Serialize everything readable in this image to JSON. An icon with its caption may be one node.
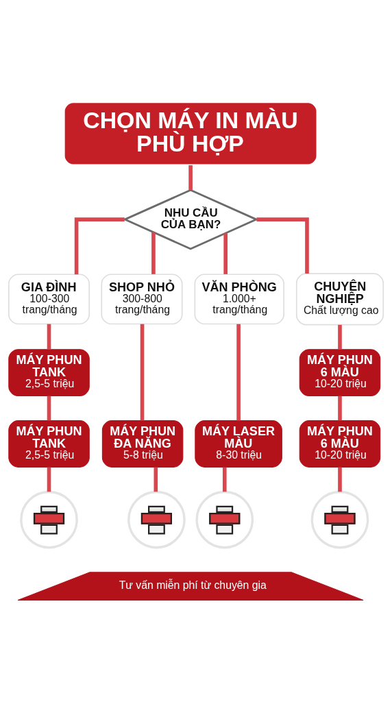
{
  "diagram": {
    "nodes": [
      {
        "text": [
          "CHỌN MÁY IN MÀU PHÙ HỢP"
        ]
      },
      {
        "text": [
          "NHU CẦU CỦA BẠN?"
        ]
      },
      {
        "text": [
          "GIA ĐÌNH",
          "100-300 trang/tháng"
        ]
      },
      {
        "text": [
          "SHOP NHỎ",
          "300-800 trang/tháng"
        ]
      },
      {
        "text": [
          "VĂN PHÒNG",
          "1.000+ trang/tháng"
        ]
      },
      {
        "text": [
          "CHUYÊN NGHIỆP",
          "Chất lượng cao"
        ]
      },
      {
        "text": [
          "MÁY PHUN TANK",
          "2,5-5 triệu"
        ]
      },
      {
        "text": [
          "MÁY PHUN 6 MÀU",
          "10-20 triệu"
        ]
      },
      {
        "text": [
          "MÁY PHUN TANK",
          "2,5-5 triệu"
        ]
      },
      {
        "text": [
          "MÁY PHUN ĐA NĂNG",
          "5-8 triệu"
        ]
      },
      {
        "text": [
          "MÁY LASER MÀU",
          "8-30 triệu"
        ]
      },
      {
        "text": [
          "MÁY PHUN 6 MÀU",
          "10-20 triệu"
        ]
      },
      {
        "text": [],
        "shape": "circle"
      },
      {
        "text": [],
        "shape": "circle"
      },
      {
        "text": [],
        "shape": "circle"
      },
      {
        "text": [],
        "shape": "circle"
      },
      {
        "text": [
          "Tư vấn miễn phí từ chuyên gia"
        ]
      }
    ],
    "edges": [
      {
        "from": 0,
        "to": 1,
        "arrow": "none"
      },
      {
        "from": 1,
        "to": 2,
        "arrow": "none"
      },
      {
        "from": 1,
        "to": 3,
        "arrow": "none"
      },
      {
        "from": 1,
        "to": 4,
        "arrow": "none"
      },
      {
        "from": 1,
        "to": 5,
        "arrow": "none"
      },
      {
        "from": 2,
        "to": 6,
        "arrow": "none"
      },
      {
        "from": 6,
        "to": 8,
        "arrow": "none"
      },
      {
        "from": 3,
        "to": 9,
        "arrow": "none"
      },
      {
        "from": 4,
        "to": 10,
        "arrow": "none"
      },
      {
        "from": 5,
        "to": 7,
        "arrow": "none"
      },
      {
        "from": 7,
        "to": 11,
        "arrow": "none"
      },
      {
        "from": 8,
        "to": 12,
        "arrow": "none"
      },
      {
        "from": 9,
        "to": 13,
        "arrow": "none"
      },
      {
        "from": 10,
        "to": 14,
        "arrow": "none"
      },
      {
        "from": 11,
        "to": 15,
        "arrow": "none"
      }
    ]
  }
}
